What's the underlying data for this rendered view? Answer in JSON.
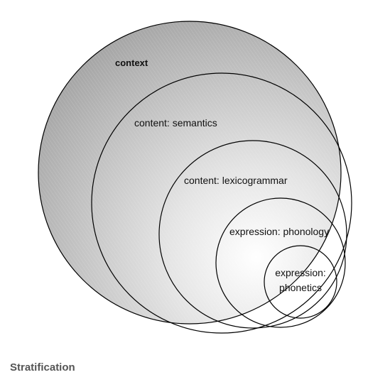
{
  "diagram": {
    "strata": [
      {
        "id": "context",
        "label": "context"
      },
      {
        "id": "semantics",
        "label": "content: semantics"
      },
      {
        "id": "lexicogrammar",
        "label": "content: lexicogrammar"
      },
      {
        "id": "phonology",
        "label": "expression: phonology"
      },
      {
        "id": "phonetics",
        "label_line1": "expression:",
        "label_line2": "phonetics"
      }
    ],
    "caption": "Stratification"
  }
}
